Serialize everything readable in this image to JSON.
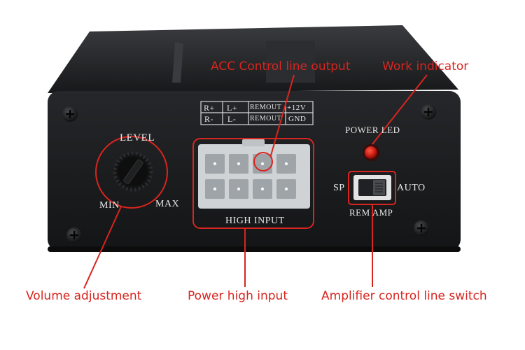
{
  "callouts": {
    "acc": "ACC Control line output",
    "work": "Work indicator",
    "volume": "Volume adjustment",
    "power_high": "Power high input",
    "amp_switch": "Amplifier control line switch"
  },
  "panel": {
    "level": "LEVEL",
    "min": "MIN",
    "max": "MAX",
    "power_led": "POWER LED",
    "sp": "SP",
    "auto": "AUTO",
    "rem_amp": "REM AMP",
    "high_input": "HIGH INPUT",
    "pin_table": {
      "row1": [
        "R+",
        "L+",
        "REMOUT",
        "+12V"
      ],
      "row2": [
        "R-",
        "L-",
        "REMOUT",
        "GND"
      ]
    }
  },
  "colors": {
    "annotation": "#d8251f",
    "housing": "#1b1c1e",
    "led": "#c81a12",
    "connector": "#cfd3d6"
  }
}
